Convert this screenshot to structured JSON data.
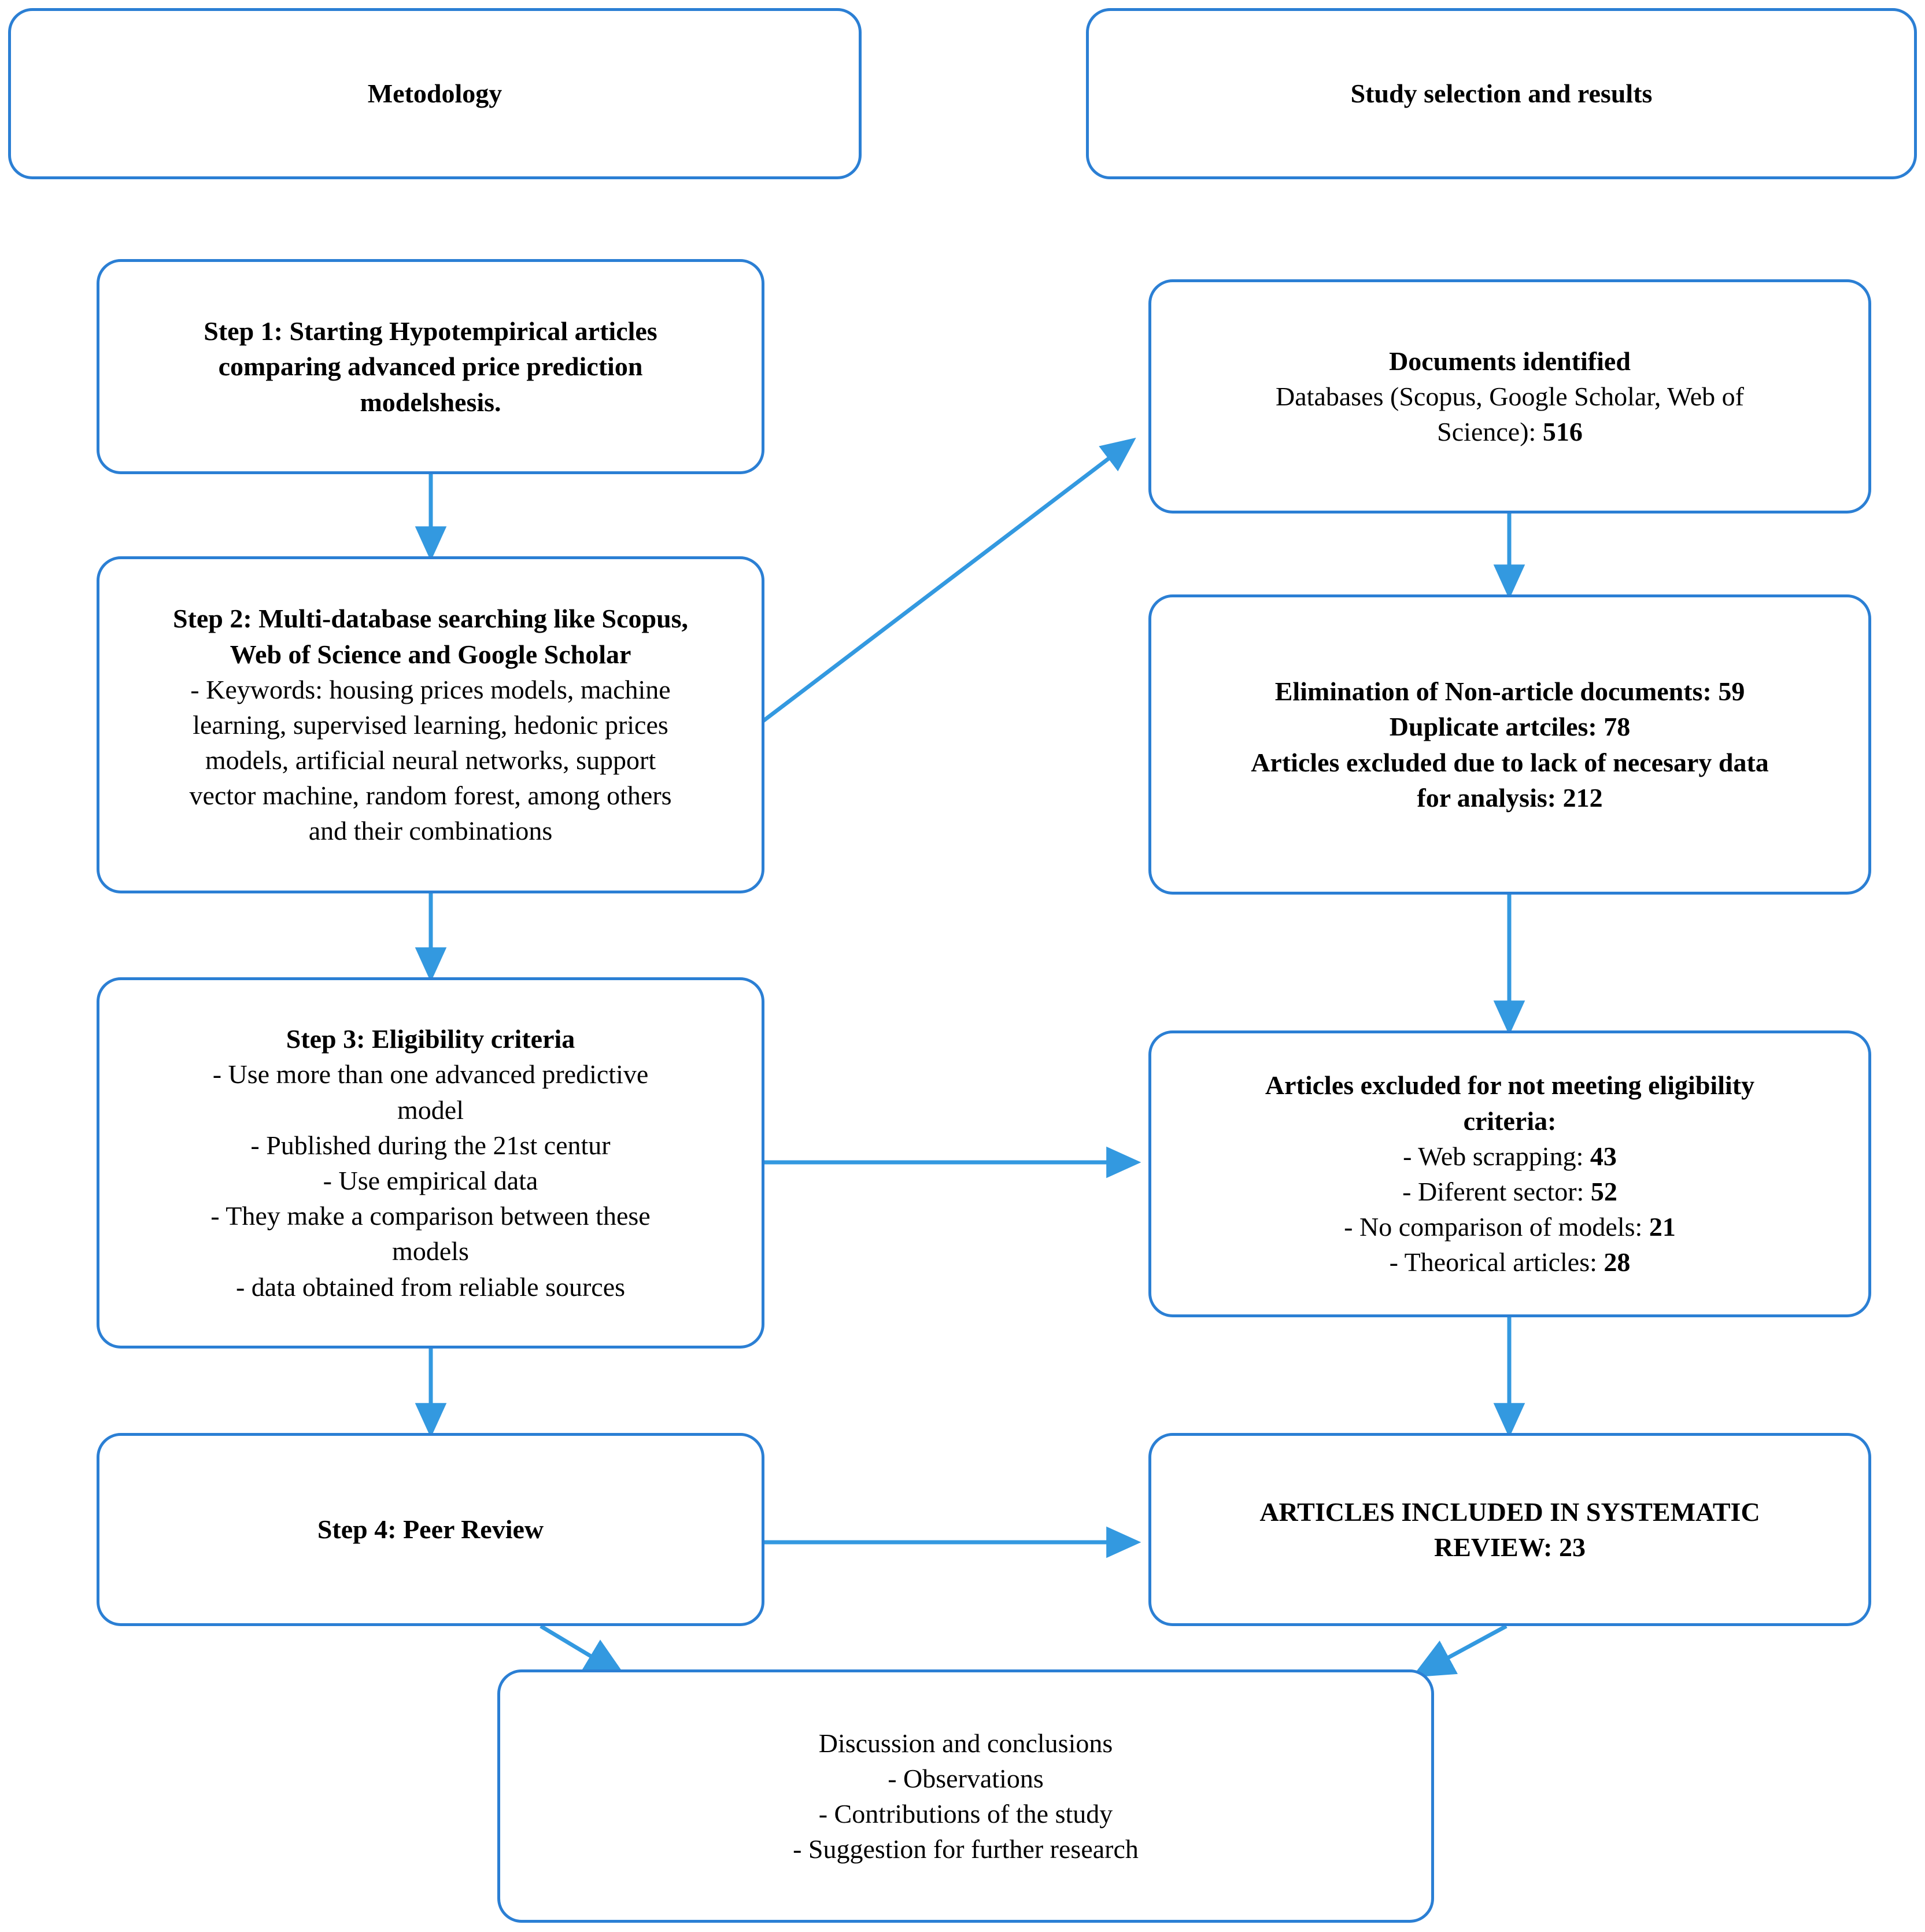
{
  "diagram": {
    "title_left": "Metodology",
    "title_right": "Study selection and results",
    "accent_color": "#2b7fd4",
    "arrow_color": "#3399e0",
    "background": "#ffffff"
  },
  "headers": {
    "methodology": "Metodology",
    "study_selection": "Study selection and results"
  },
  "left_column": {
    "step1": {
      "lines": [
        "Step 1: Starting Hypotempirical articles",
        "comparing advanced price prediction",
        "modelshesis."
      ]
    },
    "step2": {
      "heading": [
        "Step 2: Multi-database searching like Scopus,",
        "Web of Science and Google Scholar"
      ],
      "body": [
        "- Keywords: housing prices models, machine",
        "learning, supervised learning, hedonic prices",
        "models, artificial neural networks, support",
        "vector machine, random forest, among others",
        "and their combinations"
      ]
    },
    "step3": {
      "heading": "Step 3: Eligibility criteria",
      "body": [
        "- Use more than one advanced predictive",
        "model",
        "- Published during the 21st centur",
        "- Use empirical data",
        "- They make a comparison between these",
        "models",
        "- data obtained from reliable sources"
      ]
    },
    "step4": {
      "heading": "Step 4: Peer Review"
    }
  },
  "right_column": {
    "documents_identified": {
      "heading": "Documents identified",
      "body": [
        "Databases (Scopus, Google Scholar, Web of",
        "Science): "
      ],
      "count": "516"
    },
    "elimination": {
      "line1_label": "Elimination of Non-article documents: ",
      "line1_value": "59",
      "line2_label": "Duplicate artciles: ",
      "line2_value": "78",
      "line3_label": "Articles excluded due to lack of necesary data",
      "line4_label": "for analysis: ",
      "line4_value": "212"
    },
    "excluded_eligibility": {
      "heading_line1": "Articles excluded for not meeting eligibility",
      "heading_line2": "criteria:",
      "items": [
        {
          "label": "- Web scrapping: ",
          "value": "43"
        },
        {
          "label": "- Diferent sector: ",
          "value": "52"
        },
        {
          "label": "- No comparison of models: ",
          "value": "21"
        },
        {
          "label": "- Theorical articles: ",
          "value": "28"
        }
      ]
    },
    "articles_included": {
      "line1": "ARTICLES INCLUDED IN SYSTEMATIC",
      "line2_label": "REVIEW: ",
      "line2_value": "23"
    }
  },
  "bottom": {
    "discussion": {
      "heading": "Discussion and conclusions",
      "items": [
        "-      Observations",
        "-     Contributions of the study",
        "-    Suggestion for further research"
      ]
    }
  }
}
